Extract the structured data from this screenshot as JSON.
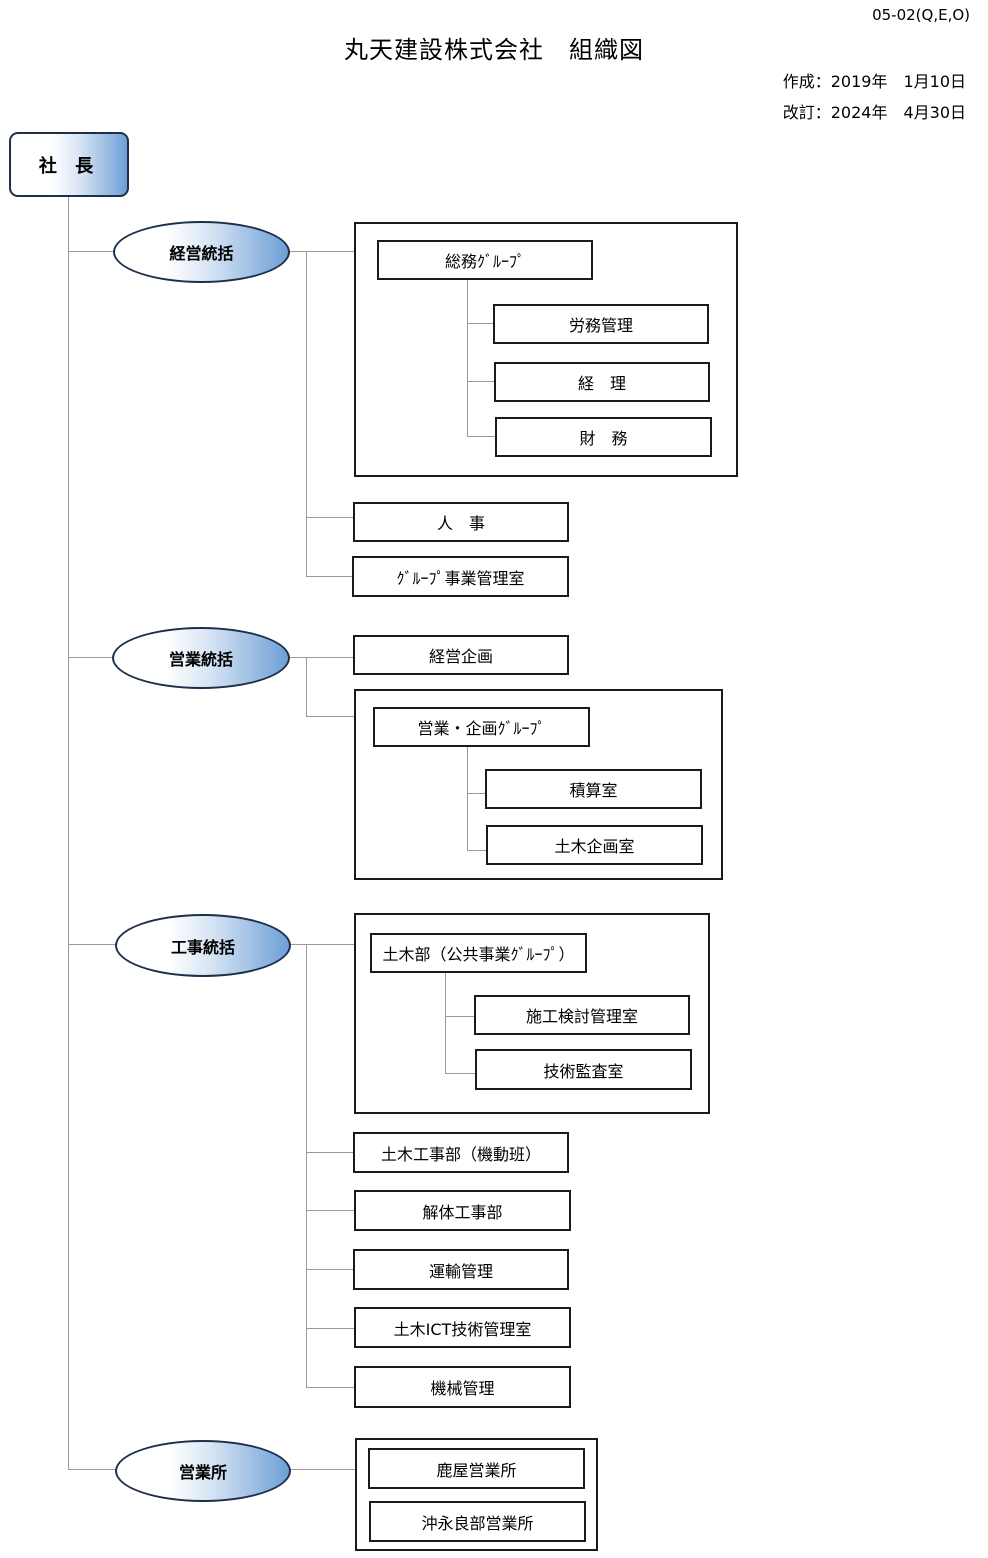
{
  "doc_code": "05-02(Q,E,O)",
  "title": "丸天建設株式会社　組織図",
  "created": "作成：2019年　1月10日",
  "revised": "改訂：2024年　4月30日",
  "president": "社 長",
  "keiei": {
    "label": "経営統括",
    "group": "総務ｸﾞﾙｰﾌﾟ",
    "group_items": [
      "労務管理",
      "経　理",
      "財　務"
    ],
    "items": [
      "人　事",
      "ｸﾞﾙｰﾌﾟ事業管理室"
    ]
  },
  "eigyo": {
    "label": "営業統括",
    "item": "経営企画",
    "group": "営業・企画ｸﾞﾙｰﾌﾟ",
    "group_items": [
      "積算室",
      "土木企画室"
    ]
  },
  "koji": {
    "label": "工事統括",
    "group": "土木部（公共事業ｸﾞﾙｰﾌﾟ）",
    "group_items": [
      "施工検討管理室",
      "技術監査室"
    ],
    "items": [
      "土木工事部（機動班）",
      "解体工事部",
      "運輸管理",
      "土木ICT技術管理室",
      "機械管理"
    ]
  },
  "office": {
    "label": "営業所",
    "items": [
      "鹿屋営業所",
      "沖永良部営業所"
    ]
  }
}
